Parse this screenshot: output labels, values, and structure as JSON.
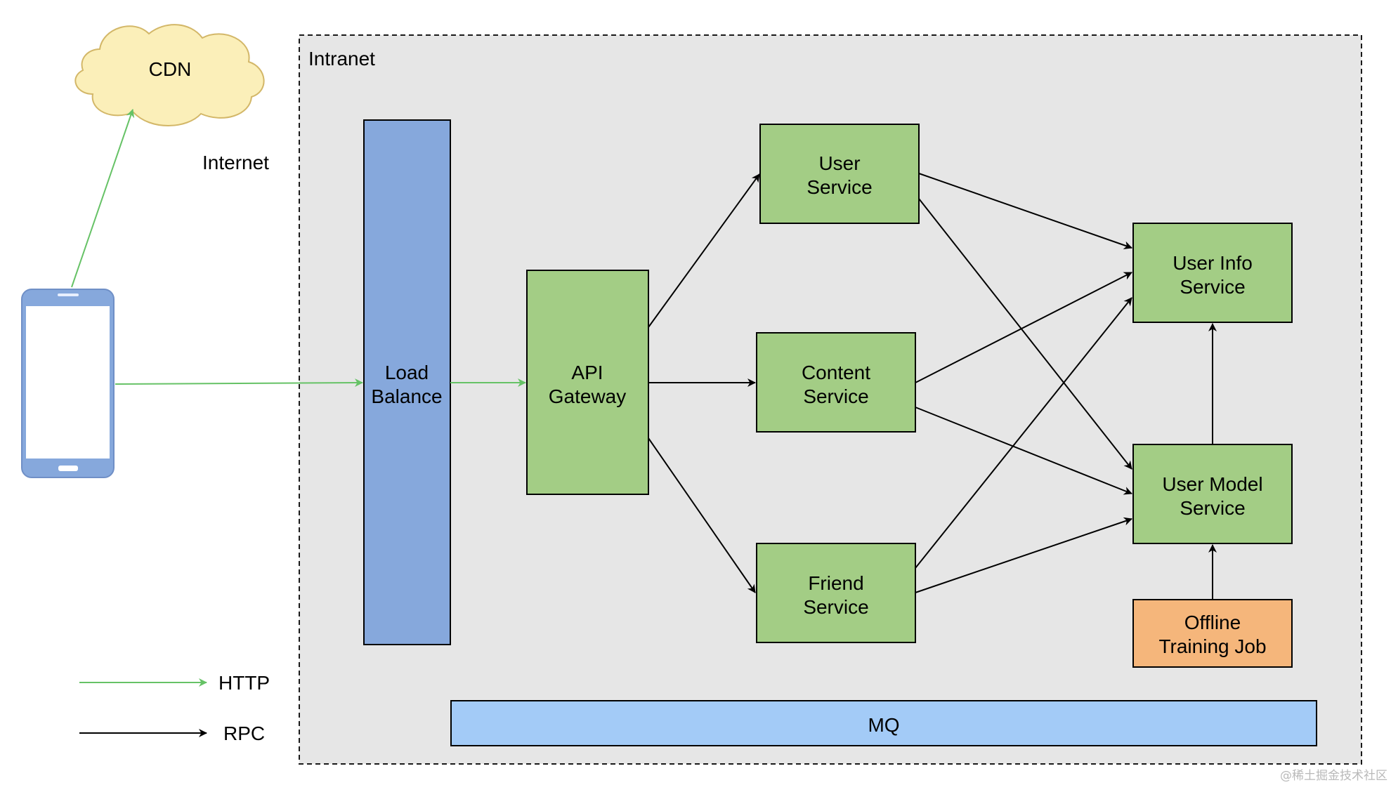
{
  "intranet_label": "Intranet",
  "internet_label": "Internet",
  "cdn": {
    "label": "CDN"
  },
  "nodes": {
    "load_balance": {
      "line1": "Load",
      "line2": "Balance"
    },
    "api_gateway": {
      "line1": "API",
      "line2": "Gateway"
    },
    "user_service": {
      "line1": "User",
      "line2": "Service"
    },
    "content_service": {
      "line1": "Content",
      "line2": "Service"
    },
    "friend_service": {
      "line1": "Friend",
      "line2": "Service"
    },
    "user_info_service": {
      "line1": "User Info",
      "line2": "Service"
    },
    "user_model_service": {
      "line1": "User Model",
      "line2": "Service"
    },
    "offline_training_job": {
      "line1": "Offline",
      "line2": "Training Job"
    },
    "mq": {
      "label": "MQ"
    }
  },
  "legend": {
    "http": "HTTP",
    "rpc": "RPC"
  },
  "colors": {
    "service_fill": "#a3cd85",
    "load_balance_fill": "#86a8dc",
    "job_fill": "#f5b67b",
    "mq_fill": "#a3cbf7",
    "cdn_fill": "#fbefb9",
    "cdn_stroke": "#d3b768",
    "intranet_fill": "#e6e6e6",
    "http_edge": "#66c266",
    "rpc_edge": "#000000",
    "phone_frame": "#86a8dc"
  },
  "watermark": "@稀土掘金技术社区"
}
